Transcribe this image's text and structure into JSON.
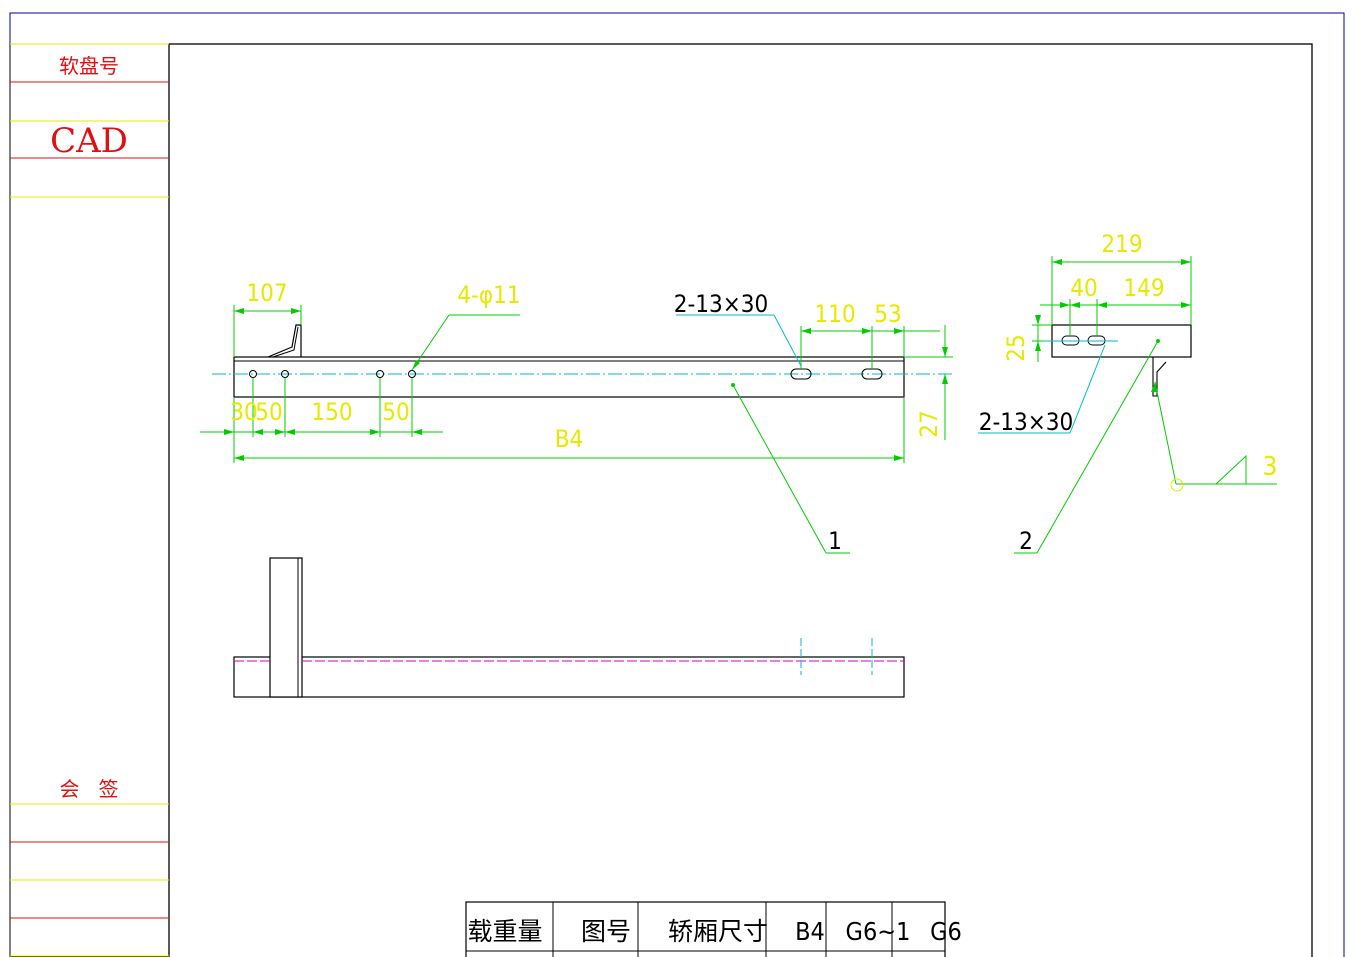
{
  "sidebar": {
    "disk_label": "软盘号",
    "cad_label": "CAD",
    "sign_label": "会   签"
  },
  "views": {
    "front": {
      "dim_107": "107",
      "hole_callout": "4-φ11",
      "slot_callout": "2-13×30",
      "dim_110": "110",
      "dim_53": "53",
      "dim_30": "30",
      "dim_50a": "50",
      "dim_150": "150",
      "dim_50b": "50",
      "dim_B4": "B4",
      "dim_27": "27",
      "part_1": "1"
    },
    "side": {
      "dim_219": "219",
      "dim_40": "40",
      "dim_149": "149",
      "dim_25": "25",
      "slot_callout": "2-13×30",
      "weld_3": "3",
      "part_2": "2"
    }
  },
  "title_table": {
    "headers": [
      "载重量",
      "图号",
      "轿厢尺寸",
      "B4",
      "G6~1",
      "G6"
    ]
  },
  "colors": {
    "outline": "#000000",
    "dimension": "#00cc00",
    "dim_text": "#e8e800",
    "centerline": "#00bbcc",
    "sidebar_line": "#e8e800",
    "frame_blue": "#0000a0",
    "stamp_red": "#e01010",
    "hidden_line": "#cc00cc"
  }
}
